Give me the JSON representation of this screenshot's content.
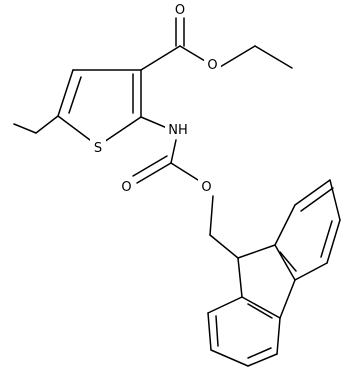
{
  "molecule": {
    "labels": {
      "carbonyl_o_ester": "O",
      "ester_o": "O",
      "thiophene_s": "S",
      "nh": "NH",
      "carbamate_o_carbonyl": "O",
      "carbamate_o_ether": "O"
    },
    "colors": {
      "bond": "#000000",
      "background": "#ffffff"
    }
  }
}
